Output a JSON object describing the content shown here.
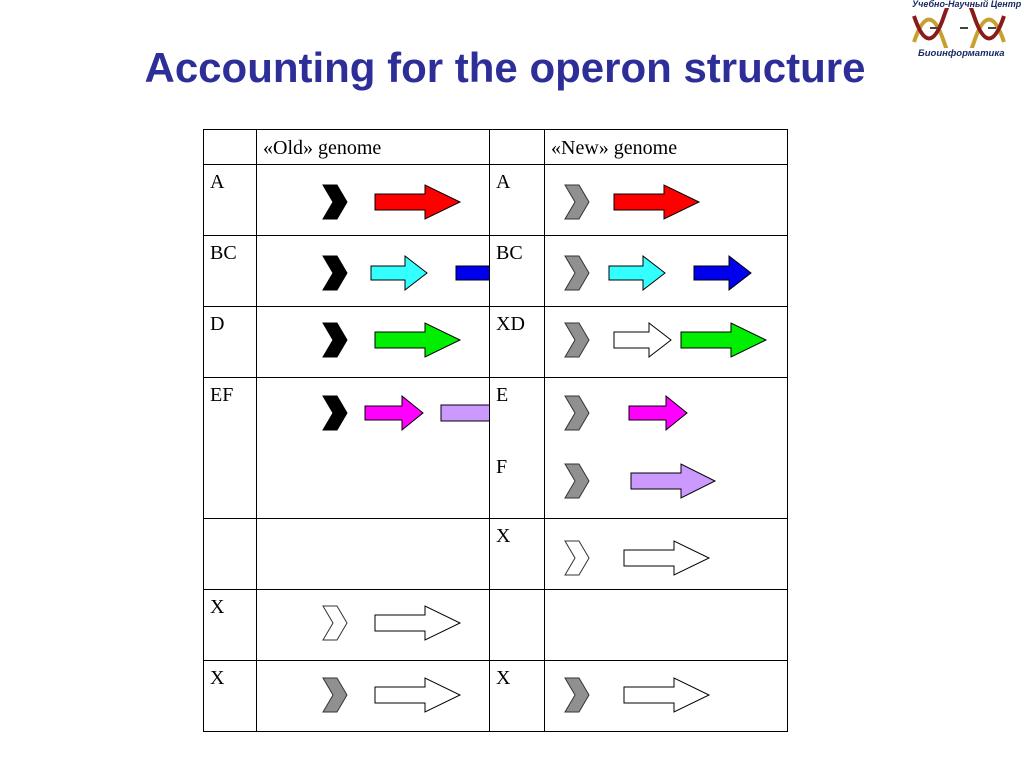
{
  "slide": {
    "title": "Accounting for the operon structure"
  },
  "logo": {
    "line1": "Учебно-Научный Центр",
    "line2": "Биоинформатика"
  },
  "table": {
    "header": {
      "old": "«Old» genome",
      "new": "«New» genome"
    },
    "rows": [
      {
        "old_label": "A",
        "new_label": "A"
      },
      {
        "old_label": "BC",
        "new_label": "BC"
      },
      {
        "old_label": "D",
        "new_label": "XD"
      },
      {
        "old_label": "EF",
        "new_label_1": "E",
        "new_label_2": "F"
      },
      {
        "old_label": "",
        "new_label": "X"
      },
      {
        "old_label": "X",
        "new_label": ""
      },
      {
        "old_label": "X",
        "new_label": "X"
      }
    ]
  },
  "colors": {
    "promoter_black": "#000000",
    "promoter_gray": "#909090",
    "promoter_white": "#ffffff",
    "gene_a": "#ff0000",
    "gene_b": "#33ffff",
    "gene_c": "#0000ee",
    "gene_d": "#00ee00",
    "gene_e": "#ff00ff",
    "gene_f": "#cc99ff",
    "gene_x": "#ffffff"
  }
}
